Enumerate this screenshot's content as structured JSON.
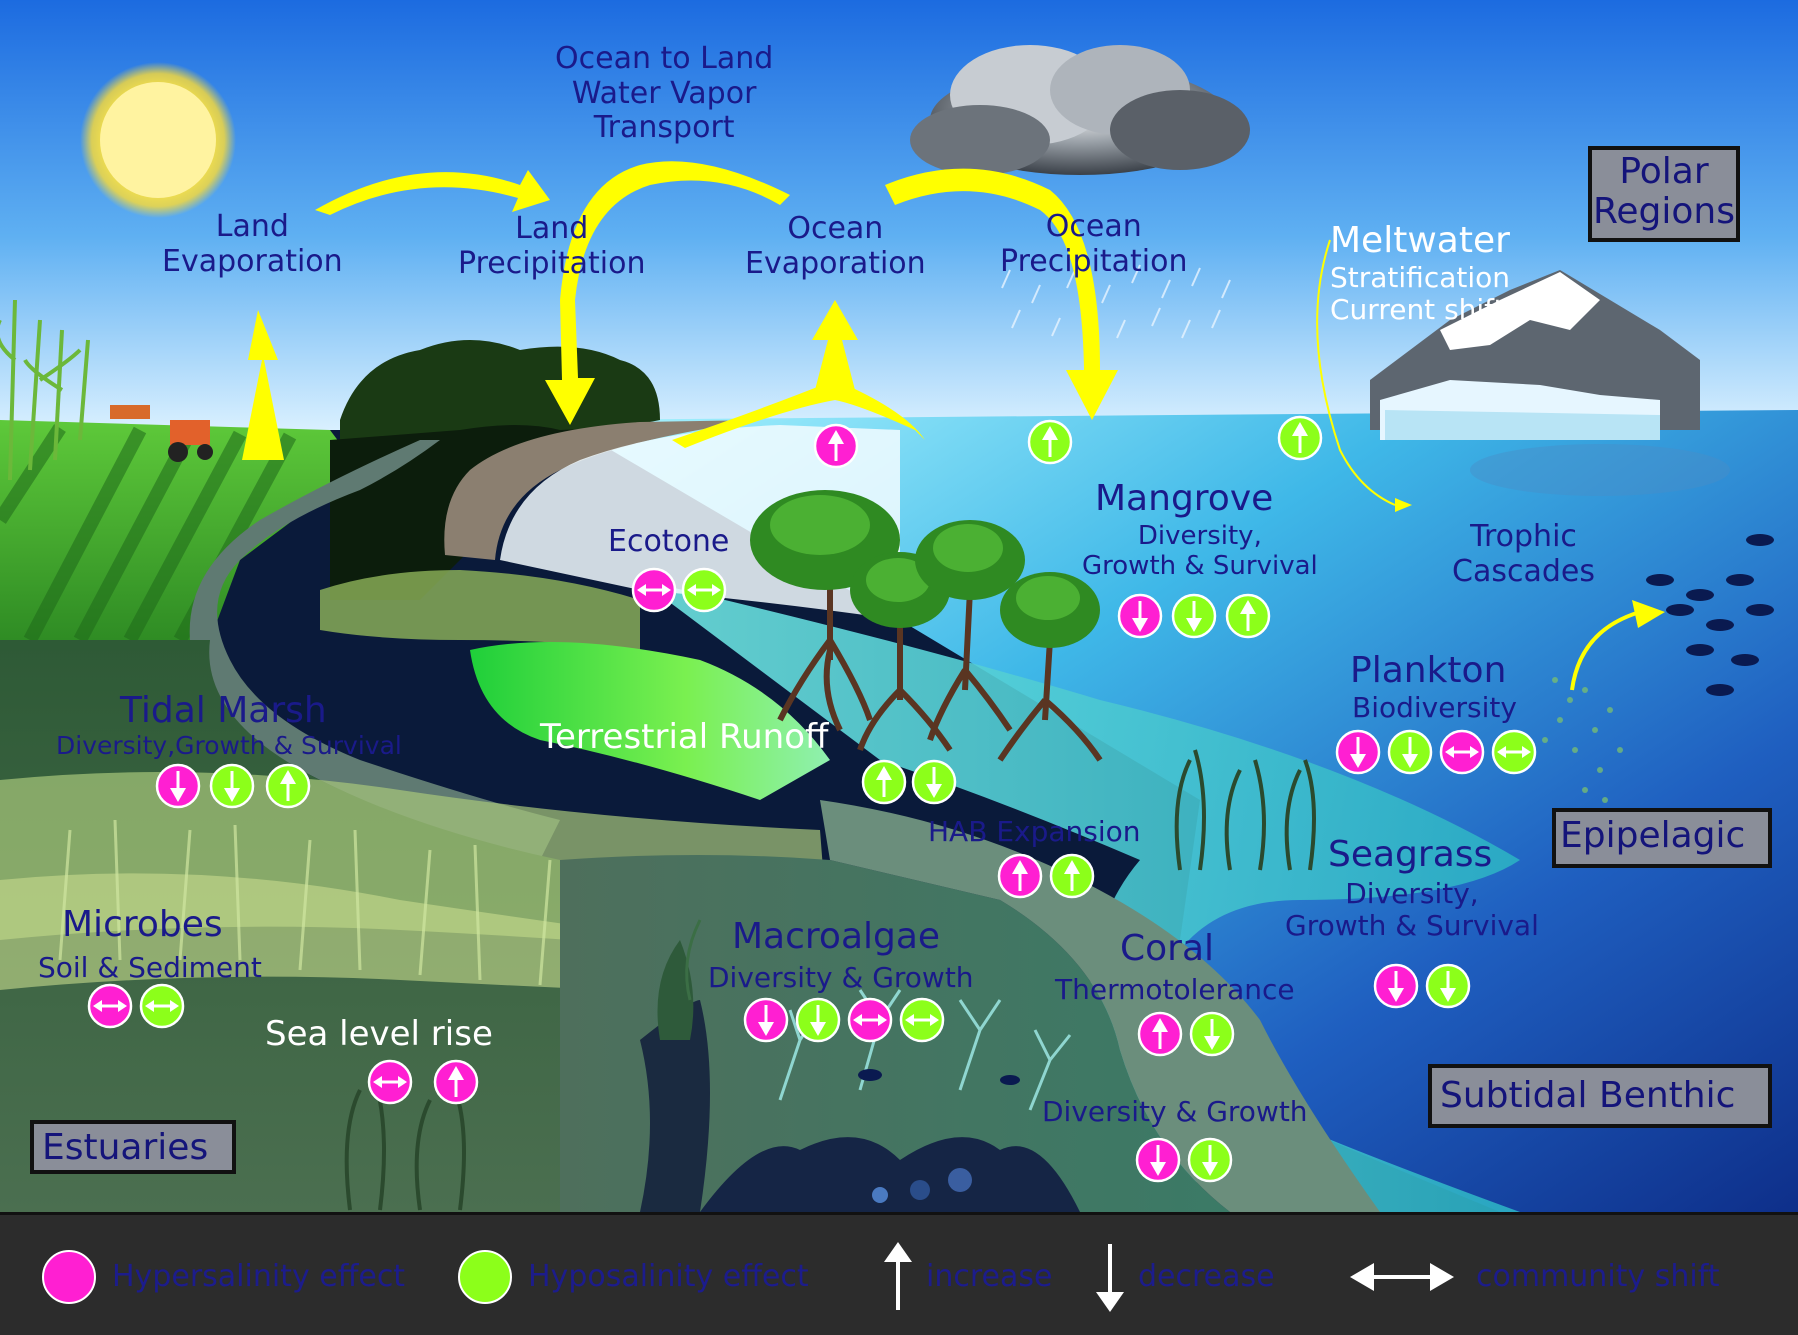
{
  "colors": {
    "hypersalinity": "#ff1fd2",
    "hyposalinity": "#8cff1a",
    "label_text": "#1c1c8c",
    "box_fill": "#8a8e99",
    "arrow_yellow": "#ffff00"
  },
  "labels": {
    "ocean_to_land": [
      "Ocean to Land",
      "Water Vapor",
      "Transport"
    ],
    "land_evaporation": [
      "Land",
      "Evaporation"
    ],
    "land_precipitation": [
      "Land",
      "Precipitation"
    ],
    "ocean_evaporation": [
      "Ocean",
      "Evaporation"
    ],
    "ocean_precipitation": [
      "Ocean",
      "Precipitation"
    ],
    "meltwater": "Meltwater",
    "meltwater_sub": [
      "Stratification",
      "Current shifts"
    ],
    "trophic": [
      "Trophic",
      "Cascades"
    ],
    "ecotone": "Ecotone",
    "mangrove": "Mangrove",
    "mangrove_sub": [
      "Diversity,",
      "Growth & Survival"
    ],
    "plankton": "Plankton",
    "plankton_sub": "Biodiversity",
    "tidal_marsh": "Tidal Marsh",
    "tidal_marsh_sub": "Diversity,Growth & Survival",
    "terrestrial_runoff": "Terrestrial Runoff",
    "hab": "HAB Expansion",
    "seagrass": "Seagrass",
    "seagrass_sub": [
      "Diversity,",
      "Growth & Survival"
    ],
    "microbes": "Microbes",
    "microbes_sub": "Soil & Sediment",
    "macroalgae": "Macroalgae",
    "macroalgae_sub": "Diversity & Growth",
    "coral": "Coral",
    "coral_sub": "Thermotolerance",
    "coral_sub2": "Diversity & Growth",
    "sea_level": "Sea level rise"
  },
  "regions": {
    "polar": [
      "Polar",
      "Regions"
    ],
    "epipelagic": "Epipelagic",
    "subtidal": "Subtidal Benthic",
    "estuaries": "Estuaries"
  },
  "legend": {
    "hyper": "Hypersalinity effect",
    "hypo": "Hyposalinity effect",
    "increase": "increase",
    "decrease": "decrease",
    "shift": "community shift"
  },
  "indicators": [
    {
      "id": "ocean-evap",
      "type": "hyper",
      "dir": "up"
    },
    {
      "id": "ocean-precip",
      "type": "hypo",
      "dir": "up"
    },
    {
      "id": "meltwater",
      "type": "hypo",
      "dir": "up"
    },
    {
      "id": "ecotone-1",
      "type": "hyper",
      "dir": "shift"
    },
    {
      "id": "ecotone-2",
      "type": "hypo",
      "dir": "shift"
    },
    {
      "id": "mangrove-1",
      "type": "hyper",
      "dir": "down"
    },
    {
      "id": "mangrove-2",
      "type": "hypo",
      "dir": "down"
    },
    {
      "id": "mangrove-3",
      "type": "hypo",
      "dir": "up"
    },
    {
      "id": "plankton-1",
      "type": "hyper",
      "dir": "down"
    },
    {
      "id": "plankton-2",
      "type": "hypo",
      "dir": "down"
    },
    {
      "id": "plankton-3",
      "type": "hyper",
      "dir": "shift"
    },
    {
      "id": "plankton-4",
      "type": "hypo",
      "dir": "shift"
    },
    {
      "id": "tidal-1",
      "type": "hyper",
      "dir": "down"
    },
    {
      "id": "tidal-2",
      "type": "hypo",
      "dir": "down"
    },
    {
      "id": "tidal-3",
      "type": "hypo",
      "dir": "up"
    },
    {
      "id": "runoff-1",
      "type": "hypo",
      "dir": "up"
    },
    {
      "id": "runoff-2",
      "type": "hypo",
      "dir": "down"
    },
    {
      "id": "hab-1",
      "type": "hyper",
      "dir": "up"
    },
    {
      "id": "hab-2",
      "type": "hypo",
      "dir": "up"
    },
    {
      "id": "seagrass-1",
      "type": "hyper",
      "dir": "down"
    },
    {
      "id": "seagrass-2",
      "type": "hypo",
      "dir": "down"
    },
    {
      "id": "microbes-1",
      "type": "hyper",
      "dir": "shift"
    },
    {
      "id": "microbes-2",
      "type": "hypo",
      "dir": "shift"
    },
    {
      "id": "macro-1",
      "type": "hyper",
      "dir": "down"
    },
    {
      "id": "macro-2",
      "type": "hypo",
      "dir": "down"
    },
    {
      "id": "macro-3",
      "type": "hyper",
      "dir": "shift"
    },
    {
      "id": "macro-4",
      "type": "hypo",
      "dir": "shift"
    },
    {
      "id": "coral-1",
      "type": "hyper",
      "dir": "up"
    },
    {
      "id": "coral-2",
      "type": "hypo",
      "dir": "down"
    },
    {
      "id": "sealevel-1",
      "type": "hyper",
      "dir": "shift"
    },
    {
      "id": "sealevel-2",
      "type": "hyper",
      "dir": "up"
    },
    {
      "id": "coraldiv-1",
      "type": "hyper",
      "dir": "down"
    },
    {
      "id": "coraldiv-2",
      "type": "hypo",
      "dir": "down"
    }
  ]
}
